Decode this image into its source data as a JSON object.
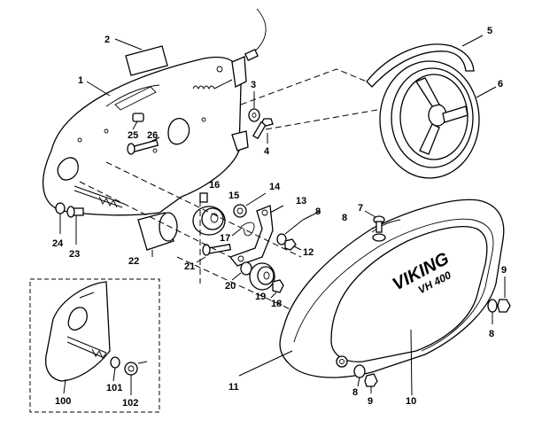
{
  "labels": {
    "l1": "1",
    "l2": "2",
    "l3": "3",
    "l4": "4",
    "l5": "5",
    "l6": "6",
    "l7": "7",
    "l8a": "8",
    "l8b": "8",
    "l8c": "8",
    "l9a": "9",
    "l9b": "9",
    "l10": "10",
    "l11": "11",
    "l12": "12",
    "l13": "13",
    "l14": "14",
    "l15": "15",
    "l16": "16",
    "l17": "17",
    "l18": "18",
    "l19": "19",
    "l20": "20",
    "l21": "21",
    "l22": "22",
    "l23": "23",
    "l24": "24",
    "l25": "25",
    "l26": "26",
    "l100": "100",
    "l101": "101",
    "l102": "102"
  },
  "cover_branding": {
    "brand": "VIKING",
    "model": "VH 400"
  }
}
